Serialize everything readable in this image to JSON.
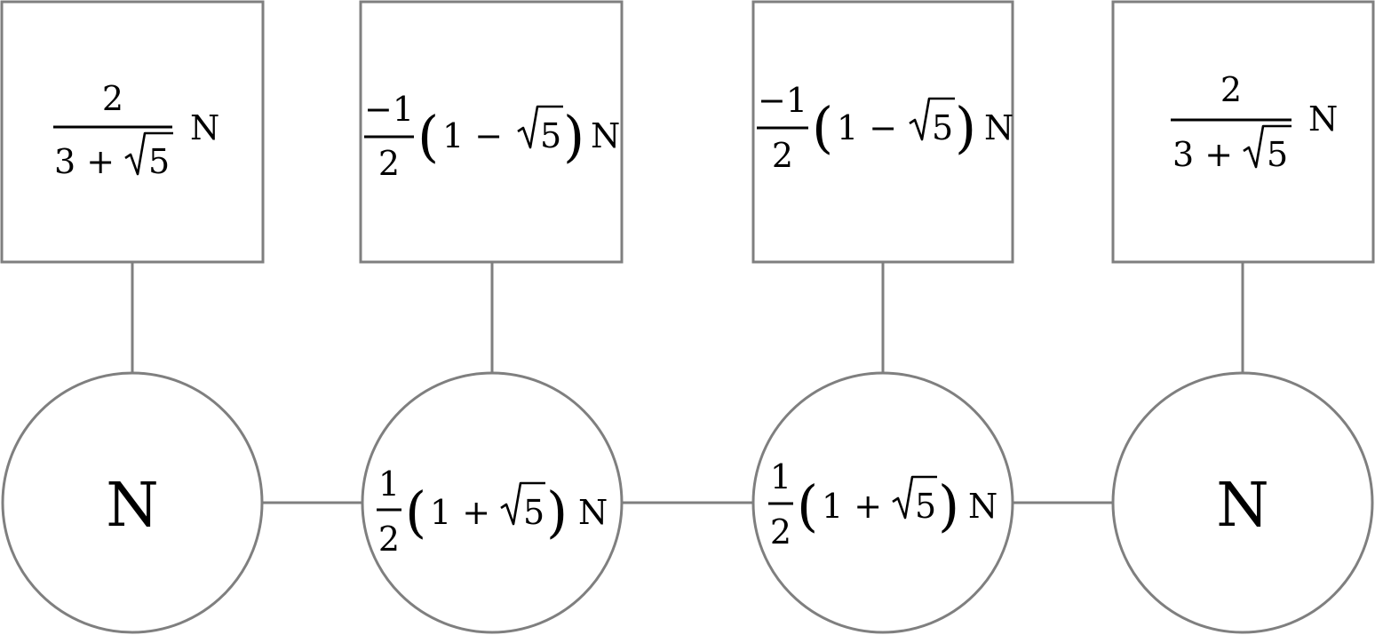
{
  "colors": {
    "stroke": "#7f7f7f",
    "text": "#000000",
    "background": "#ffffff"
  },
  "boxes": [
    {
      "numerator": "2",
      "den_a": "3 +",
      "den_b": "5",
      "unit": "N"
    },
    {
      "numerator": "−1",
      "denominator": "2",
      "inner_a": "1 −",
      "inner_b": "5",
      "unit": "N"
    },
    {
      "numerator": "−1",
      "denominator": "2",
      "inner_a": "1 −",
      "inner_b": "5",
      "unit": "N"
    },
    {
      "numerator": "2",
      "den_a": "3 +",
      "den_b": "5",
      "unit": "N"
    }
  ],
  "circles": [
    {
      "label": "N"
    },
    {
      "numerator": "1",
      "denominator": "2",
      "inner_a": "1 +",
      "inner_b": "5",
      "unit": "N"
    },
    {
      "numerator": "1",
      "denominator": "2",
      "inner_a": "1 +",
      "inner_b": "5",
      "unit": "N"
    },
    {
      "label": "N"
    }
  ]
}
